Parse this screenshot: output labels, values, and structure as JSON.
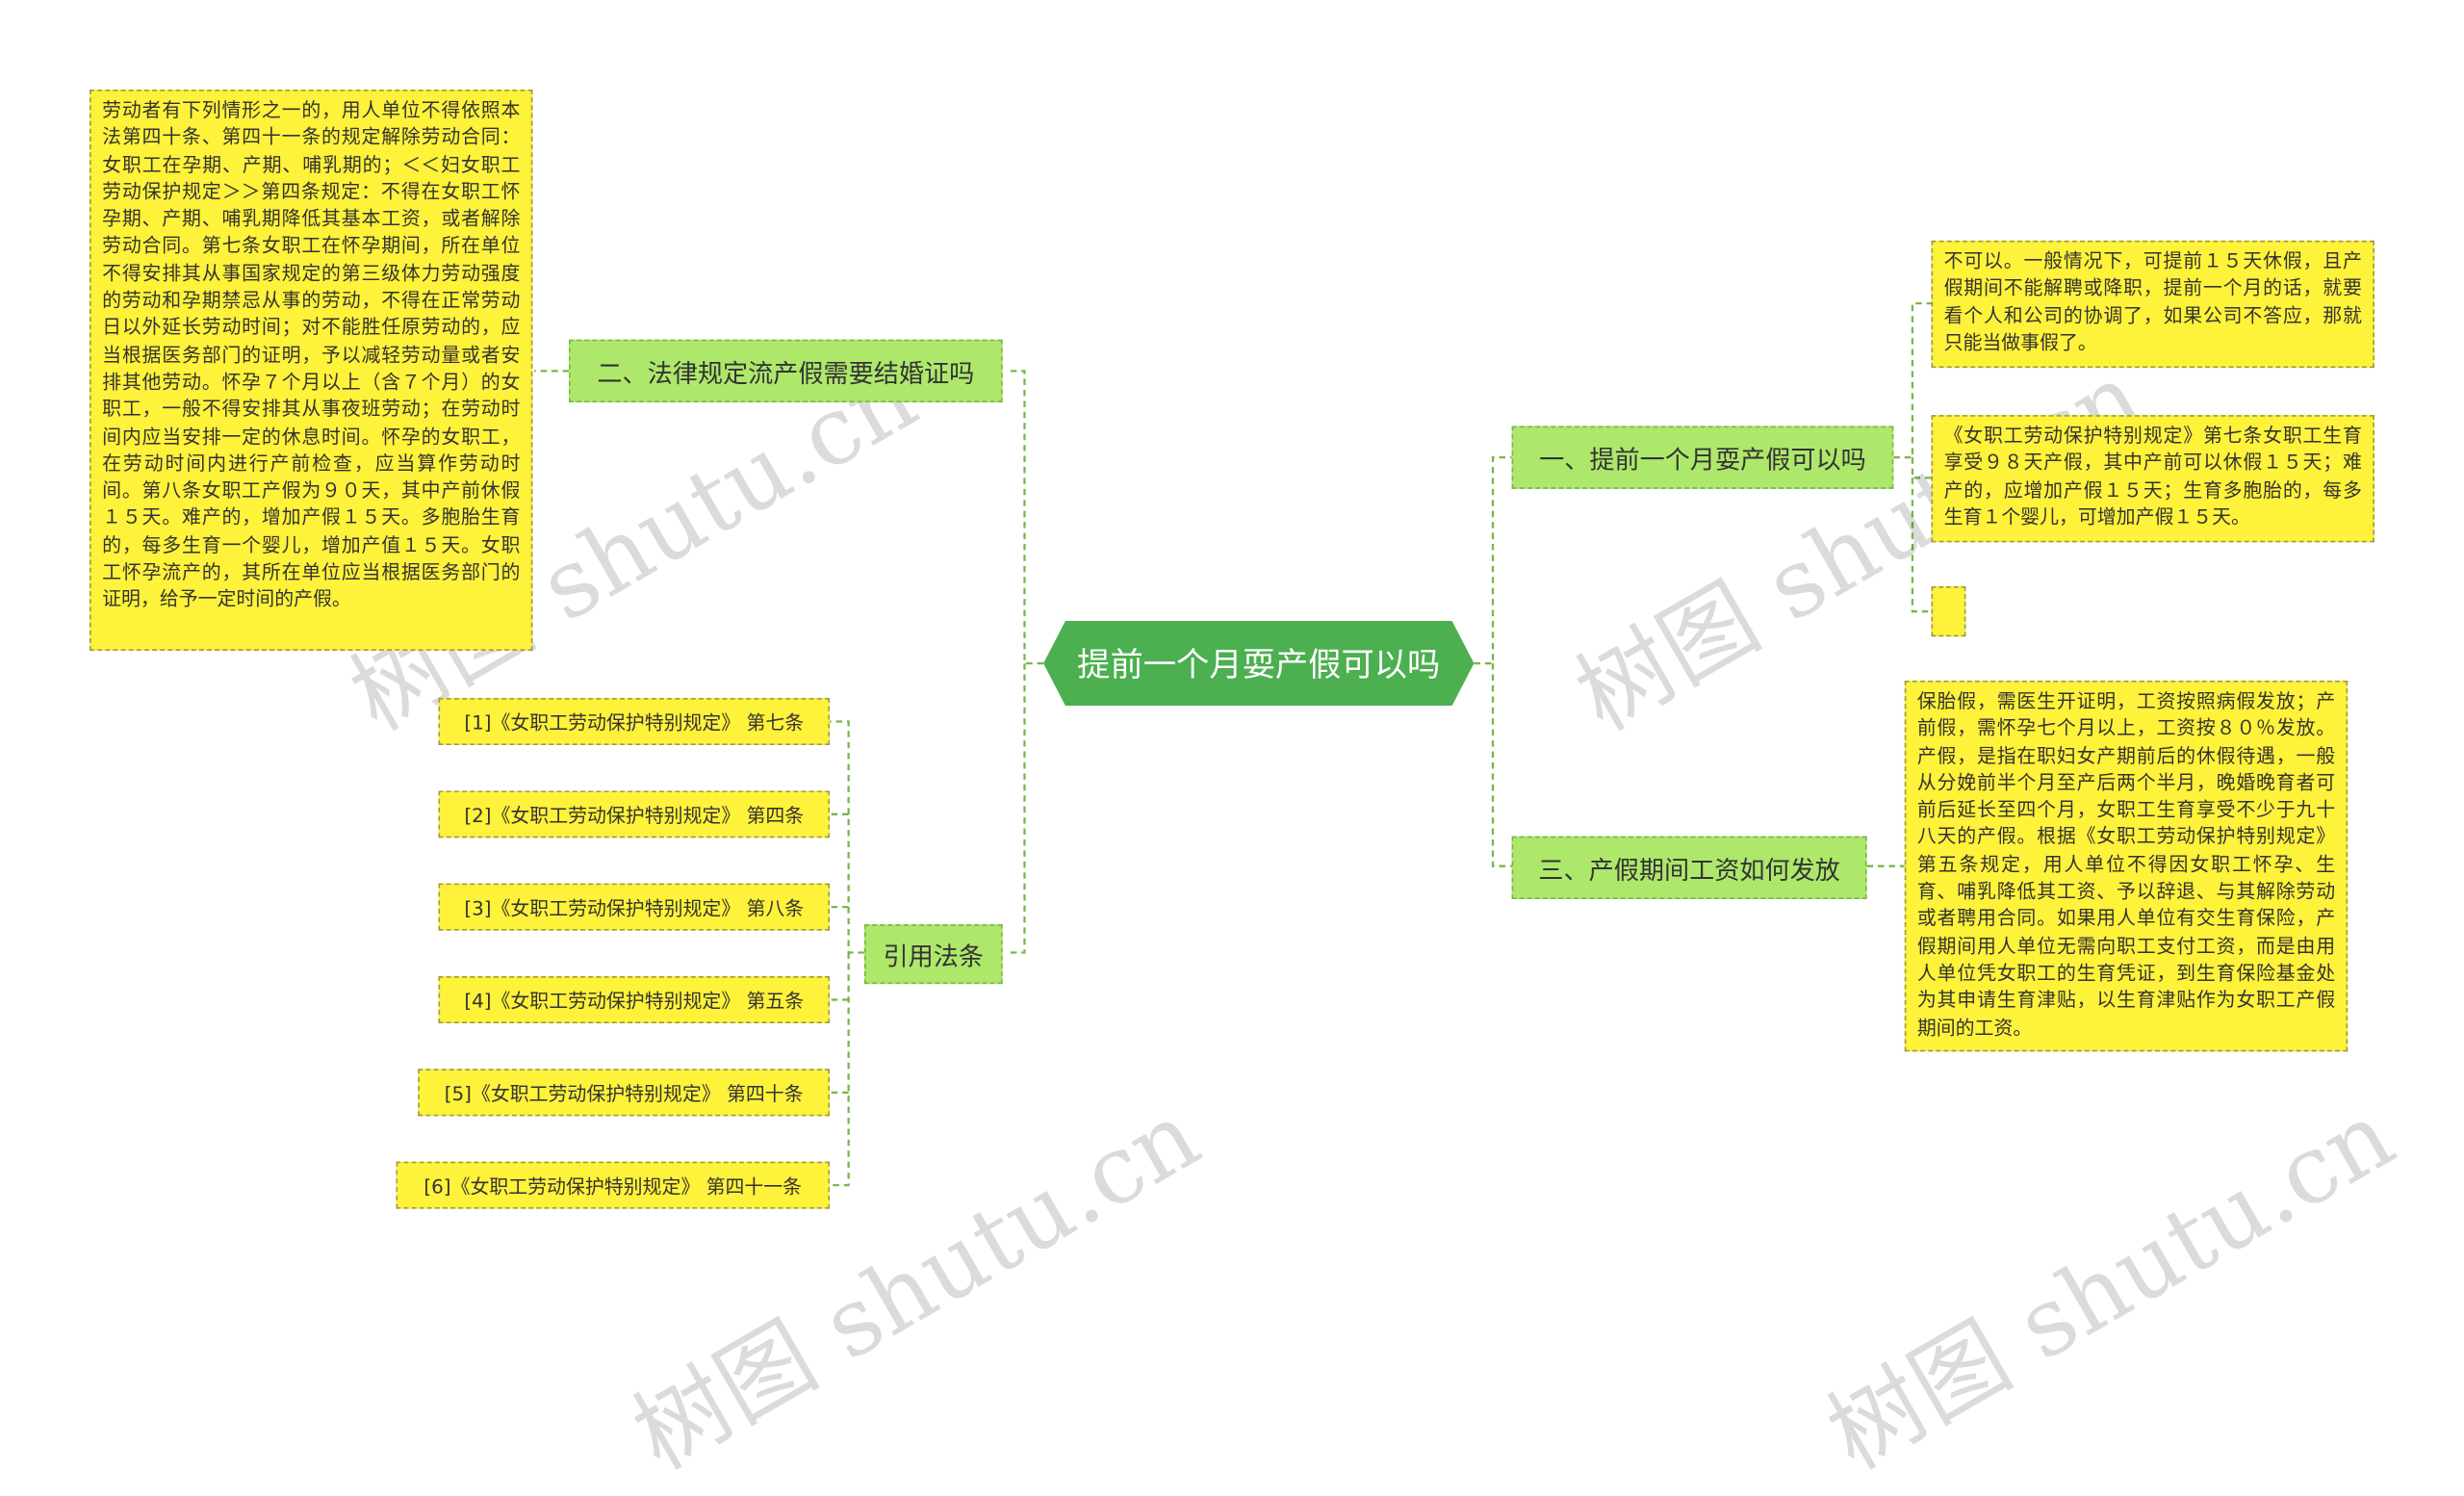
{
  "root": {
    "label": "提前一个月耍产假可以吗"
  },
  "branches": {
    "law": "二、法律规定流产假需要结婚证吗",
    "early": "一、提前一个月耍产假可以吗",
    "wage": "三、产假期间工资如何发放",
    "cite": "引用法条"
  },
  "leaves": {
    "law_text": "劳动者有下列情形之一的，用人单位不得依照本法第四十条、第四十一条的规定解除劳动合同：女职工在孕期、产期、哺乳期的；＜＜妇女职工劳动保护规定＞＞第四条规定：不得在女职工怀孕期、产期、哺乳期降低其基本工资，或者解除劳动合同。第七条女职工在怀孕期间，所在单位不得安排其从事国家规定的第三级体力劳动强度的劳动和孕期禁忌从事的劳动，不得在正常劳动日以外延长劳动时间；对不能胜任原劳动的，应当根据医务部门的证明，予以减轻劳动量或者安排其他劳动。怀孕７个月以上（含７个月）的女职工，一般不得安排其从事夜班劳动；在劳动时间内应当安排一定的休息时间。怀孕的女职工，在劳动时间内进行产前检查，应当算作劳动时间。第八条女职工产假为９０天，其中产前休假１５天。难产的，增加产假１５天。多胞胎生育的，每多生育一个婴儿，增加产值１５天。女职工怀孕流产的，其所在单位应当根据医务部门的证明，给予一定时间的产假。",
    "early_1": "不可以。一般情况下，可提前１５天休假，且产假期间不能解聘或降职，提前一个月的话，就要看个人和公司的协调了，如果公司不答应，那就只能当做事假了。",
    "early_2": "《女职工劳动保护特别规定》第七条女职工生育享受９８天产假，其中产前可以休假１５天；难产的，应增加产假１５天；生育多胞胎的，每多生育１个婴儿，可增加产假１５天。",
    "early_3": "",
    "wage_text": "保胎假，需医生开证明，工资按照病假发放；产前假，需怀孕七个月以上，工资按８０％发放。产假，是指在职妇女产期前后的休假待遇，一般从分娩前半个月至产后两个半月，晚婚晚育者可前后延长至四个月，女职工生育享受不少于九十八天的产假。根据《女职工劳动保护特别规定》第五条规定，用人单位不得因女职工怀孕、生育、哺乳降低其工资、予以辞退、与其解除劳动或者聘用合同。如果用人单位有交生育保险，产假期间用人单位无需向职工支付工资，而是由用人单位凭女职工的生育凭证，到生育保险基金处为其申请生育津贴，以生育津贴作为女职工产假期间的工资。"
  },
  "citations": [
    "[1]《女职工劳动保护特别规定》 第七条",
    "[2]《女职工劳动保护特别规定》 第四条",
    "[3]《女职工劳动保护特别规定》 第八条",
    "[4]《女职工劳动保护特别规定》 第五条",
    "[5]《女职工劳动保护特别规定》 第四十条",
    "[6]《女职工劳动保护特别规定》 第四十一条"
  ],
  "watermarks": [
    "树图 shutu.cn",
    "树图 shutu.cn",
    "树图 shutu.cn",
    "树图 shutu.cn"
  ],
  "colors": {
    "root": "#4caf50",
    "branch": "#aee86b",
    "leaf": "#fff23a",
    "connector": "#7ab648"
  }
}
